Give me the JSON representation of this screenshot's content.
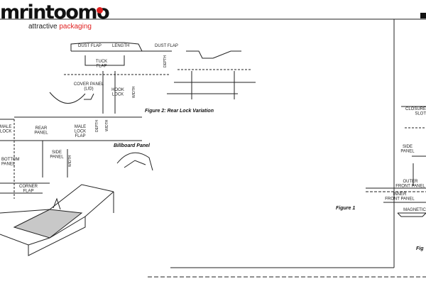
{
  "brand": {
    "logo_word": "mrintoomo",
    "tagline_plain": "attractive ",
    "tagline_accent": "packaging"
  },
  "figures": {
    "figure_1_caption": "Figure 1",
    "figure_2_caption": "Figure 2: Rear Lock Variation",
    "billboard_label": "Billboard Panel",
    "figure_cut_caption": "Fig"
  },
  "panel_labels": {
    "dust_flap_left": "DUST FLAP",
    "length": "LENGTH",
    "dust_flap_right": "DUST FLAP",
    "tuck_flap": "TUCK\nFLAP",
    "cover_panel": "COVER PANEL\n(LID)",
    "hook_lock": "HOOK\nLOCK",
    "rear_panel": "REAR\nPANEL",
    "male_lock_flap": "MALE\nLOCK\nFLAP",
    "female_lock": "MALE\nLOCK",
    "side_panel_left": "SIDE\nPANEL",
    "bottom_panel": "BOTTOM\nPANEL",
    "corner_flap": "CORNER\nFLAP",
    "closure_slot": "CLOSURE\nSLOT",
    "side_panel_right": "SIDE\nPANEL",
    "outer_front_panel": "OUTER\nFRONT PANEL",
    "inner_front_panel": "INNER\nFRONT PANEL",
    "magnetic_lock": "MAGNETIC LOCK"
  },
  "dimension_labels": {
    "depth_1": "DEPTH",
    "width_1": "WIDTH",
    "width_2": "WIDTH",
    "depth_2": "DEPTH",
    "width_3": "WIDTH"
  },
  "colors": {
    "line": "#222222",
    "fill_tray": "#c8c8c8",
    "brand_red": "#e02020"
  }
}
